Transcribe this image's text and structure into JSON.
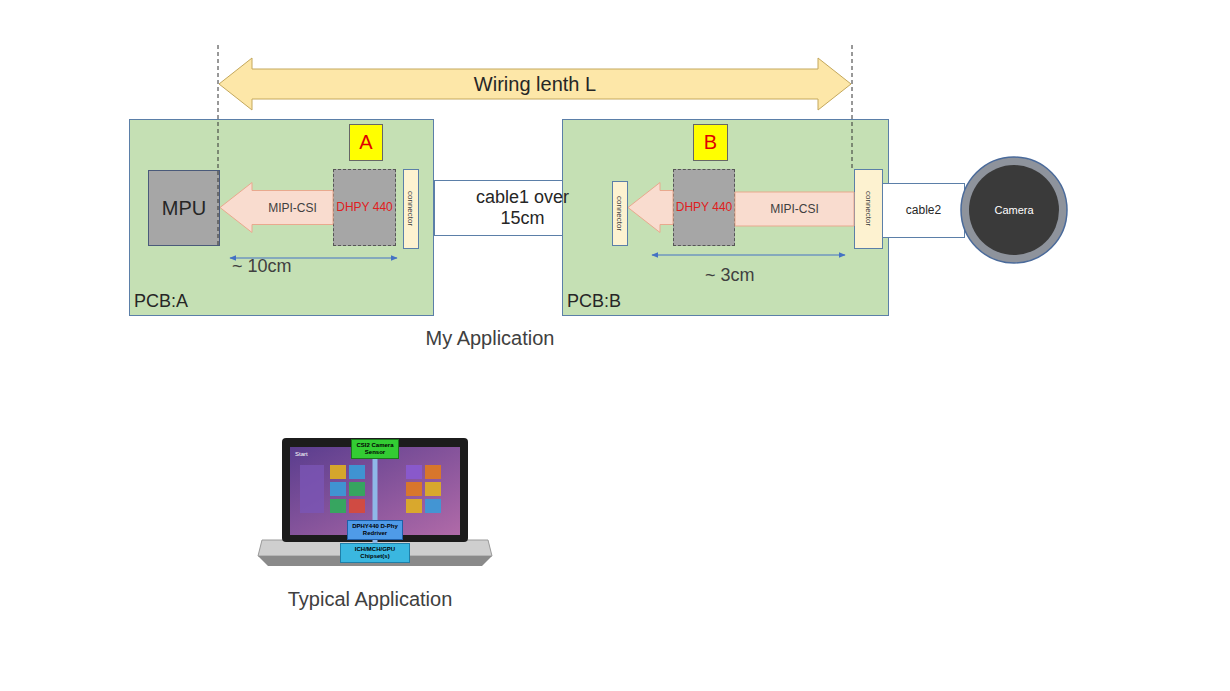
{
  "diagram": {
    "nodes": [
      {
        "text": [
          "Wiring lenth L"
        ]
      },
      {
        "text": [
          "PCB:A"
        ]
      },
      {
        "text": [
          "MPU"
        ],
        "in": 1
      },
      {
        "text": [
          "A"
        ],
        "in": 1
      },
      {
        "text": [
          "DHPY 440"
        ],
        "in": 1
      },
      {
        "text": [
          "connector"
        ],
        "in": 1
      },
      {
        "text": [
          "cable1 over 15cm"
        ]
      },
      {
        "text": [
          "PCB:B"
        ]
      },
      {
        "text": [
          "connector"
        ],
        "in": 7
      },
      {
        "text": [
          "B"
        ],
        "in": 7
      },
      {
        "text": [
          "DHPY 440"
        ],
        "in": 7
      },
      {
        "text": [
          "connector"
        ],
        "in": 7
      },
      {
        "text": [
          "cable2"
        ]
      },
      {
        "text": [
          "Camera"
        ]
      },
      {
        "text": [
          "CSI2 Camera Sensor"
        ]
      },
      {
        "text": [
          "DPHY440 D-Phy Redriver"
        ]
      },
      {
        "text": [
          "ICH/MCH/GPU Chipset(s)"
        ]
      }
    ],
    "edges": [
      {
        "from": 4,
        "to": 2,
        "label": "MIPI-CSI",
        "arrow": "to"
      },
      {
        "from": 10,
        "to": 8,
        "arrow": "to"
      },
      {
        "from": 11,
        "to": 10,
        "label": "MIPI-CSI",
        "arrow": "none"
      },
      {
        "from": 14,
        "to": 15,
        "arrow": "none"
      },
      {
        "from": 15,
        "to": 16,
        "arrow": "none"
      }
    ],
    "labels": [
      "~ 10cm",
      "~ 3cm",
      "My Application",
      "Typical Application",
      "Start"
    ]
  }
}
